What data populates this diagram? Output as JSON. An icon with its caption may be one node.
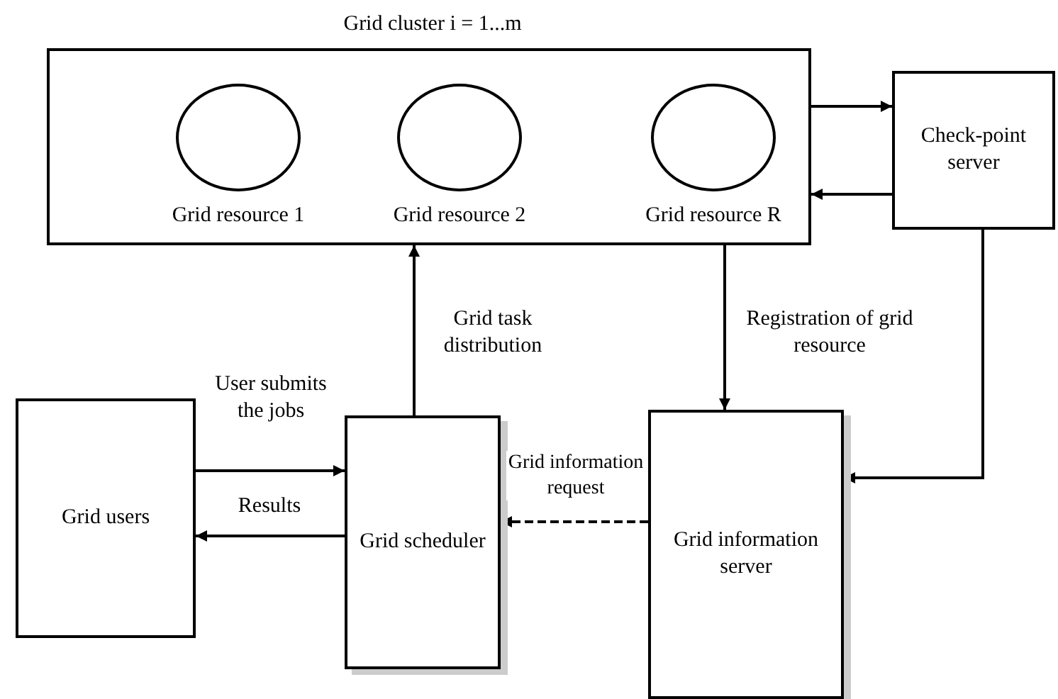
{
  "diagram": {
    "nodes": [
      {
        "text": [
          "Grid cluster i = 1...m"
        ]
      },
      {
        "text": [
          "Grid resource 1"
        ],
        "in": 0
      },
      {
        "text": [
          "Grid resource 2"
        ],
        "in": 0
      },
      {
        "text": [
          "Grid resource R"
        ],
        "in": 0
      },
      {
        "text": [
          "Check-point server"
        ]
      },
      {
        "text": [
          "Grid users"
        ]
      },
      {
        "text": [
          "Grid scheduler"
        ]
      },
      {
        "text": [
          "Grid information server"
        ]
      }
    ],
    "edges": [
      {
        "from": 0,
        "to": 4,
        "arrow": "to"
      },
      {
        "from": 4,
        "to": 0,
        "arrow": "to"
      },
      {
        "from": 6,
        "to": 0,
        "arrow": "to",
        "label": "Grid task distribution"
      },
      {
        "from": 0,
        "to": 7,
        "arrow": "to",
        "label": "Registration of grid resource"
      },
      {
        "from": 4,
        "to": 7,
        "arrow": "to"
      },
      {
        "from": 5,
        "to": 6,
        "arrow": "to",
        "label": "User submits the jobs"
      },
      {
        "from": 6,
        "to": 5,
        "arrow": "to",
        "label": "Results"
      },
      {
        "from": 7,
        "to": 6,
        "arrow": "to",
        "label": "Grid information request",
        "style": "dashed"
      }
    ]
  }
}
